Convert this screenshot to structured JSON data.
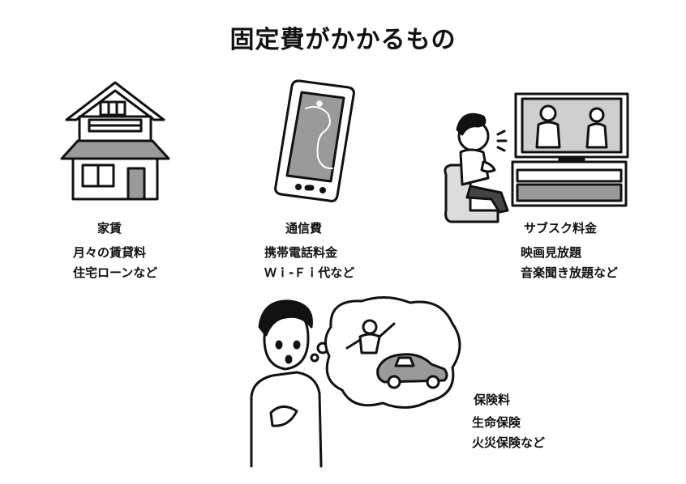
{
  "title": "固定費がかかるもの",
  "items": [
    {
      "heading": "家賃",
      "lines": [
        "月々の賃貸料",
        "住宅ローンなど"
      ]
    },
    {
      "heading": "通信費",
      "lines": [
        "携帯電話料金",
        "Ｗｉ-Ｆｉ代など"
      ]
    },
    {
      "heading": "サブスク料金",
      "lines": [
        "映画見放題",
        "音楽聞き放題など"
      ]
    },
    {
      "heading": "保険料",
      "lines": [
        "生命保険",
        "火災保険など"
      ]
    }
  ],
  "icons": [
    "house-icon",
    "smartphone-icon",
    "person-watching-tv-icon",
    "person-worrying-about-accident-icon"
  ],
  "colors": {
    "ink": "#111111",
    "gray": "#9a9a9a",
    "background": "#ffffff"
  }
}
